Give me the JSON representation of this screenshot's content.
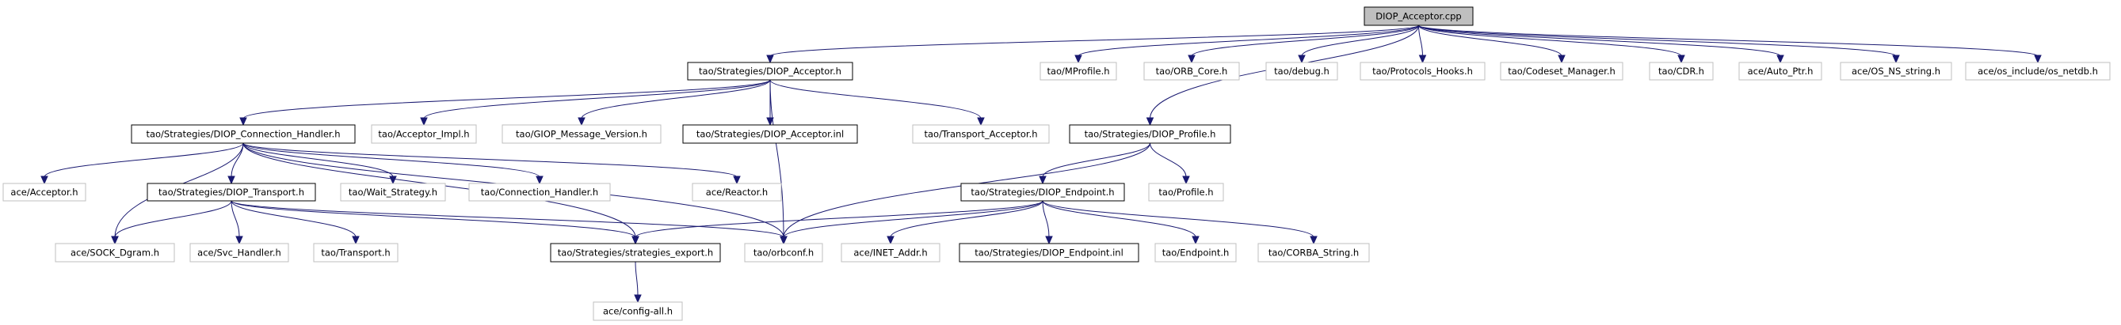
{
  "colors": {
    "edge": "#191970",
    "root_fill": "#bfbfbf",
    "documented_border": "#000000",
    "undocumented_border": "#bfbfbf"
  },
  "nodes": [
    {
      "id": "n0",
      "label": "DIOP_Acceptor.cpp",
      "kind": "root"
    },
    {
      "id": "n1",
      "label": "tao/Strategies/DIOP_Acceptor.h",
      "kind": "documented"
    },
    {
      "id": "n2",
      "label": "tao/MProfile.h",
      "kind": "undocumented"
    },
    {
      "id": "n3",
      "label": "tao/ORB_Core.h",
      "kind": "undocumented"
    },
    {
      "id": "n4",
      "label": "tao/debug.h",
      "kind": "undocumented"
    },
    {
      "id": "n5",
      "label": "tao/Protocols_Hooks.h",
      "kind": "undocumented"
    },
    {
      "id": "n6",
      "label": "tao/Codeset_Manager.h",
      "kind": "undocumented"
    },
    {
      "id": "n7",
      "label": "tao/CDR.h",
      "kind": "undocumented"
    },
    {
      "id": "n8",
      "label": "ace/Auto_Ptr.h",
      "kind": "undocumented"
    },
    {
      "id": "n9",
      "label": "ace/OS_NS_string.h",
      "kind": "undocumented"
    },
    {
      "id": "n10",
      "label": "ace/os_include/os_netdb.h",
      "kind": "undocumented"
    },
    {
      "id": "n11",
      "label": "tao/Strategies/DIOP_Connection_Handler.h",
      "kind": "documented"
    },
    {
      "id": "n12",
      "label": "tao/Acceptor_Impl.h",
      "kind": "undocumented"
    },
    {
      "id": "n13",
      "label": "tao/GIOP_Message_Version.h",
      "kind": "undocumented"
    },
    {
      "id": "n14",
      "label": "tao/Strategies/DIOP_Acceptor.inl",
      "kind": "documented"
    },
    {
      "id": "n15",
      "label": "tao/Transport_Acceptor.h",
      "kind": "undocumented"
    },
    {
      "id": "n16",
      "label": "tao/Strategies/DIOP_Profile.h",
      "kind": "documented"
    },
    {
      "id": "n17",
      "label": "ace/Acceptor.h",
      "kind": "undocumented"
    },
    {
      "id": "n18",
      "label": "tao/Strategies/DIOP_Transport.h",
      "kind": "documented"
    },
    {
      "id": "n19",
      "label": "tao/Wait_Strategy.h",
      "kind": "undocumented"
    },
    {
      "id": "n20",
      "label": "tao/Connection_Handler.h",
      "kind": "undocumented"
    },
    {
      "id": "n21",
      "label": "ace/Reactor.h",
      "kind": "undocumented"
    },
    {
      "id": "n22",
      "label": "tao/Strategies/DIOP_Endpoint.h",
      "kind": "documented"
    },
    {
      "id": "n23",
      "label": "tao/Profile.h",
      "kind": "undocumented"
    },
    {
      "id": "n24",
      "label": "ace/SOCK_Dgram.h",
      "kind": "undocumented"
    },
    {
      "id": "n25",
      "label": "ace/Svc_Handler.h",
      "kind": "undocumented"
    },
    {
      "id": "n26",
      "label": "tao/Transport.h",
      "kind": "undocumented"
    },
    {
      "id": "n27",
      "label": "tao/Strategies/strategies_export.h",
      "kind": "documented"
    },
    {
      "id": "n28",
      "label": "tao/orbconf.h",
      "kind": "undocumented"
    },
    {
      "id": "n29",
      "label": "ace/INET_Addr.h",
      "kind": "undocumented"
    },
    {
      "id": "n30",
      "label": "tao/Strategies/DIOP_Endpoint.inl",
      "kind": "documented"
    },
    {
      "id": "n31",
      "label": "tao/Endpoint.h",
      "kind": "undocumented"
    },
    {
      "id": "n32",
      "label": "tao/CORBA_String.h",
      "kind": "undocumented"
    },
    {
      "id": "n33",
      "label": "ace/config-all.h",
      "kind": "undocumented"
    }
  ],
  "edges": [
    [
      "n0",
      "n1"
    ],
    [
      "n0",
      "n2"
    ],
    [
      "n0",
      "n3"
    ],
    [
      "n0",
      "n4"
    ],
    [
      "n0",
      "n5"
    ],
    [
      "n0",
      "n6"
    ],
    [
      "n0",
      "n7"
    ],
    [
      "n0",
      "n8"
    ],
    [
      "n0",
      "n9"
    ],
    [
      "n0",
      "n10"
    ],
    [
      "n0",
      "n16"
    ],
    [
      "n1",
      "n11"
    ],
    [
      "n1",
      "n12"
    ],
    [
      "n1",
      "n13"
    ],
    [
      "n1",
      "n14"
    ],
    [
      "n1",
      "n15"
    ],
    [
      "n1",
      "n28"
    ],
    [
      "n11",
      "n17"
    ],
    [
      "n11",
      "n18"
    ],
    [
      "n11",
      "n19"
    ],
    [
      "n11",
      "n20"
    ],
    [
      "n11",
      "n21"
    ],
    [
      "n11",
      "n24"
    ],
    [
      "n11",
      "n27"
    ],
    [
      "n11",
      "n28"
    ],
    [
      "n16",
      "n22"
    ],
    [
      "n16",
      "n23"
    ],
    [
      "n16",
      "n28"
    ],
    [
      "n18",
      "n24"
    ],
    [
      "n18",
      "n25"
    ],
    [
      "n18",
      "n26"
    ],
    [
      "n18",
      "n27"
    ],
    [
      "n18",
      "n28"
    ],
    [
      "n22",
      "n27"
    ],
    [
      "n22",
      "n28"
    ],
    [
      "n22",
      "n29"
    ],
    [
      "n22",
      "n30"
    ],
    [
      "n22",
      "n31"
    ],
    [
      "n22",
      "n32"
    ],
    [
      "n27",
      "n33"
    ]
  ]
}
